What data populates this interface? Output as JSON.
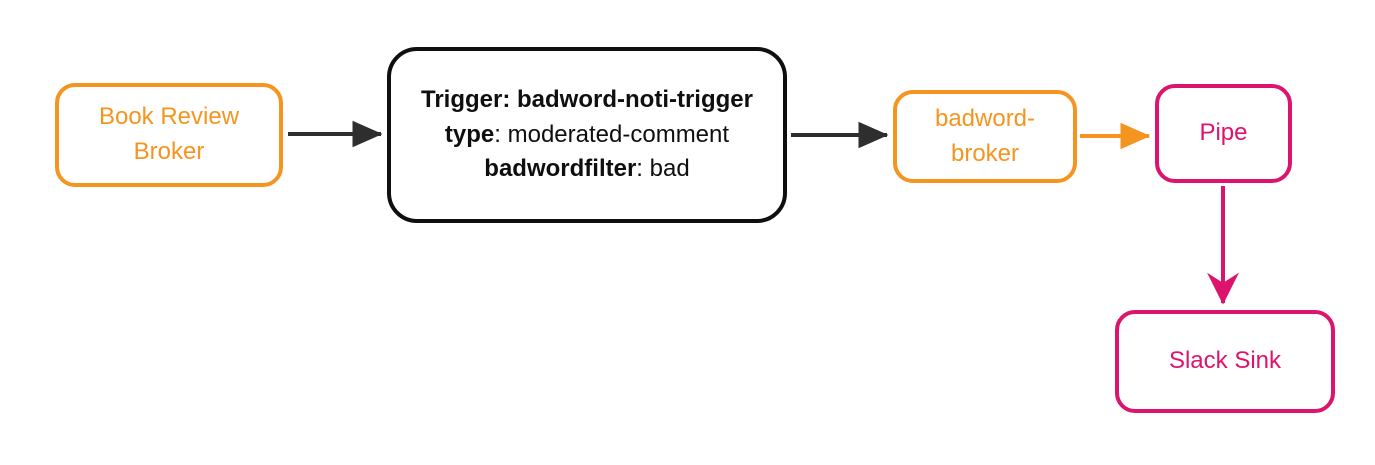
{
  "diagram": {
    "type": "event-flow",
    "colors": {
      "orange": "#F5941F",
      "pink": "#DD146E",
      "black": "#0F0F0F",
      "arrow_dark": "#2E2E2E",
      "background": "#ffffff"
    },
    "nodes": {
      "book_review_broker": {
        "label": "Book Review Broker",
        "color": "#F5941F"
      },
      "trigger": {
        "line1": "Trigger: badword-noti-trigger",
        "line2_key": "type",
        "line2_value": ": moderated-comment",
        "line3_key": "badwordfilter",
        "line3_value": ": bad",
        "color": "#0F0F0F"
      },
      "badword_broker": {
        "label": "badword-broker",
        "color": "#F5941F"
      },
      "pipe": {
        "label": "Pipe",
        "color": "#DD146E"
      },
      "slack_sink": {
        "label": "Slack Sink",
        "color": "#DD146E"
      }
    },
    "edges": [
      {
        "from": "book_review_broker",
        "to": "trigger",
        "color": "#2E2E2E"
      },
      {
        "from": "trigger",
        "to": "badword_broker",
        "color": "#2E2E2E"
      },
      {
        "from": "badword_broker",
        "to": "pipe",
        "color": "#F5941F"
      },
      {
        "from": "pipe",
        "to": "slack_sink",
        "color": "#DD146E"
      }
    ]
  }
}
